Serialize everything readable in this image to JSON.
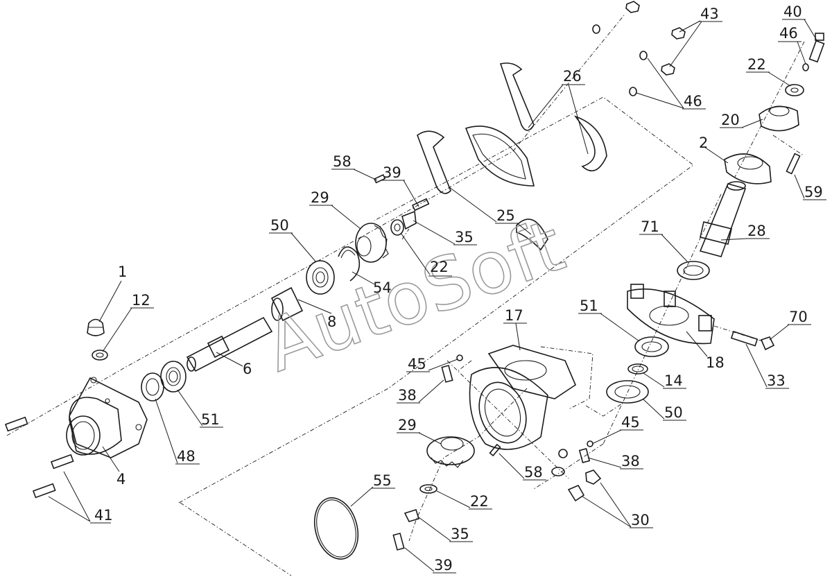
{
  "watermark": "AutoSoft",
  "callouts": [
    {
      "id": "c1",
      "text": "1"
    },
    {
      "id": "c12",
      "text": "12"
    },
    {
      "id": "c4",
      "text": "4"
    },
    {
      "id": "c41",
      "text": "41"
    },
    {
      "id": "c48",
      "text": "48"
    },
    {
      "id": "c51a",
      "text": "51"
    },
    {
      "id": "c6",
      "text": "6"
    },
    {
      "id": "c8",
      "text": "8"
    },
    {
      "id": "c50a",
      "text": "50"
    },
    {
      "id": "c54",
      "text": "54"
    },
    {
      "id": "c29a",
      "text": "29"
    },
    {
      "id": "c58a",
      "text": "58"
    },
    {
      "id": "c39a",
      "text": "39"
    },
    {
      "id": "c22a",
      "text": "22"
    },
    {
      "id": "c35a",
      "text": "35"
    },
    {
      "id": "c25",
      "text": "25"
    },
    {
      "id": "c26",
      "text": "26"
    },
    {
      "id": "c43",
      "text": "43"
    },
    {
      "id": "c46a",
      "text": "46"
    },
    {
      "id": "c46b",
      "text": "46"
    },
    {
      "id": "c40",
      "text": "40"
    },
    {
      "id": "c22b",
      "text": "22"
    },
    {
      "id": "c20",
      "text": "20"
    },
    {
      "id": "c2",
      "text": "2"
    },
    {
      "id": "c59",
      "text": "59"
    },
    {
      "id": "c28",
      "text": "28"
    },
    {
      "id": "c71",
      "text": "71"
    },
    {
      "id": "c51b",
      "text": "51"
    },
    {
      "id": "c18",
      "text": "18"
    },
    {
      "id": "c70",
      "text": "70"
    },
    {
      "id": "c33",
      "text": "33"
    },
    {
      "id": "c14",
      "text": "14"
    },
    {
      "id": "c50b",
      "text": "50"
    },
    {
      "id": "c17",
      "text": "17"
    },
    {
      "id": "c45a",
      "text": "45"
    },
    {
      "id": "c38a",
      "text": "38"
    },
    {
      "id": "c45b",
      "text": "45"
    },
    {
      "id": "c38b",
      "text": "38"
    },
    {
      "id": "c29b",
      "text": "29"
    },
    {
      "id": "c58b",
      "text": "58"
    },
    {
      "id": "c22c",
      "text": "22"
    },
    {
      "id": "c35b",
      "text": "35"
    },
    {
      "id": "c39b",
      "text": "39"
    },
    {
      "id": "c55",
      "text": "55"
    },
    {
      "id": "c30",
      "text": "30"
    }
  ]
}
